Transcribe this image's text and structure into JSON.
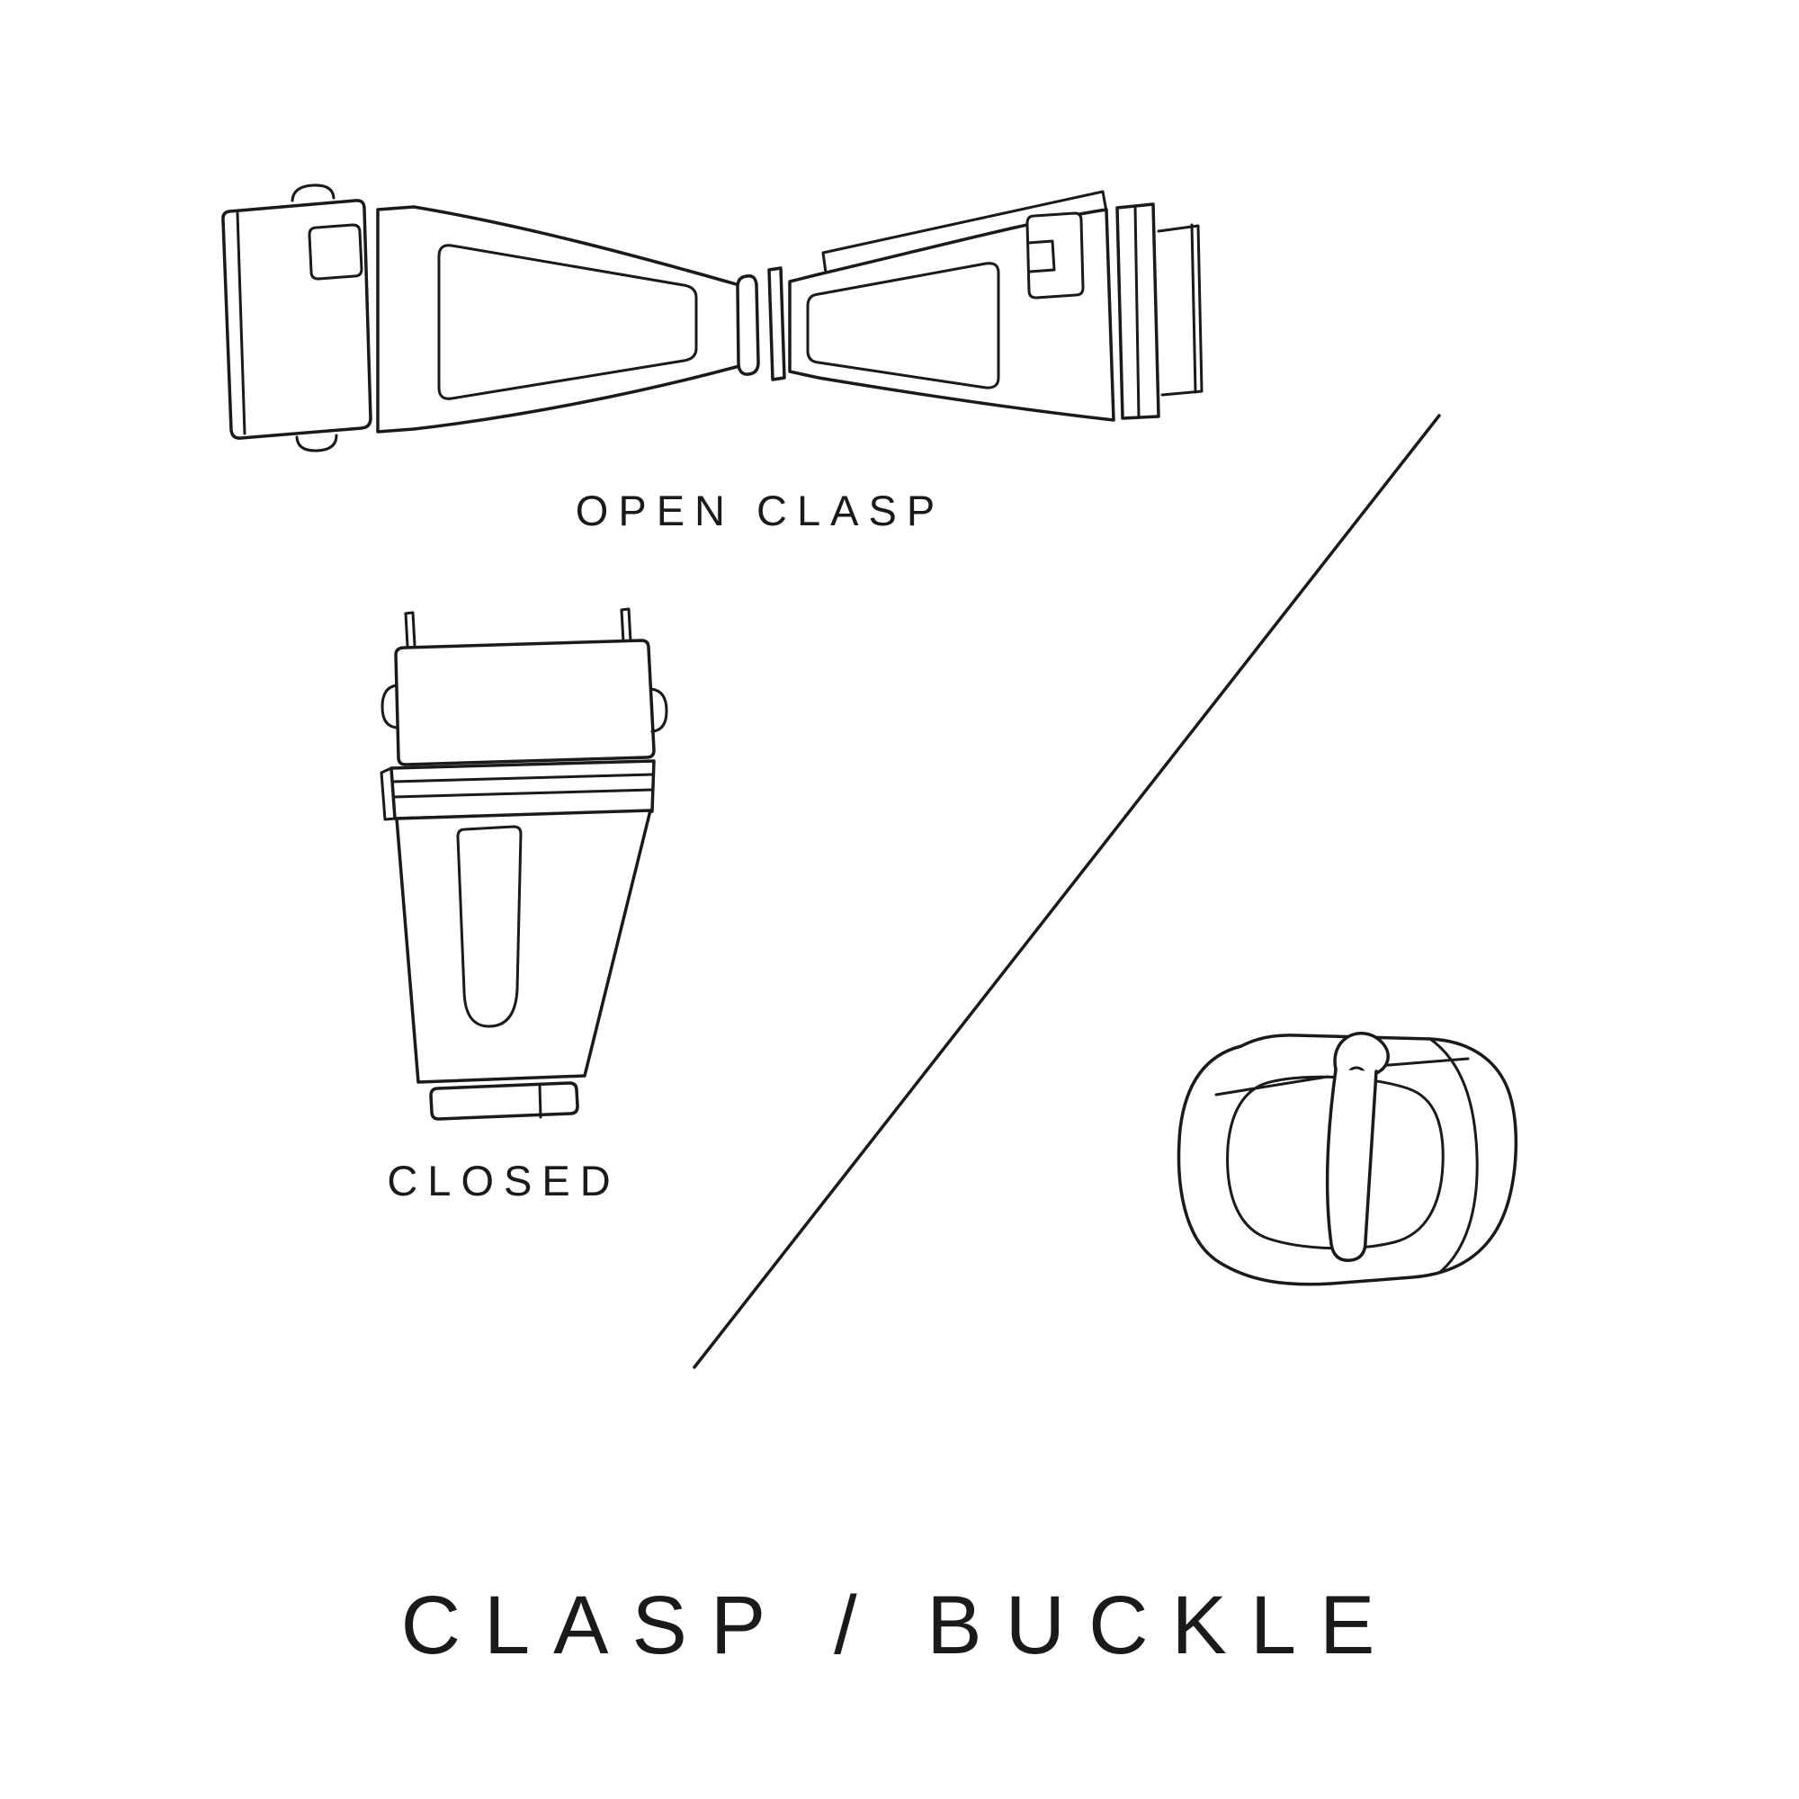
{
  "title": {
    "text": "CLASP / BUCKLE"
  },
  "labels": {
    "open_clasp": "OPEN CLASP",
    "closed_clasp": "CLOSED"
  },
  "colors": {
    "ink": "#1a1a1a",
    "background": "#ffffff"
  },
  "illustrations": {
    "open_clasp": "open-deployant-clasp-line-drawing",
    "closed_clasp": "closed-clasp-top-view-line-drawing",
    "buckle": "tang-buckle-line-drawing"
  }
}
